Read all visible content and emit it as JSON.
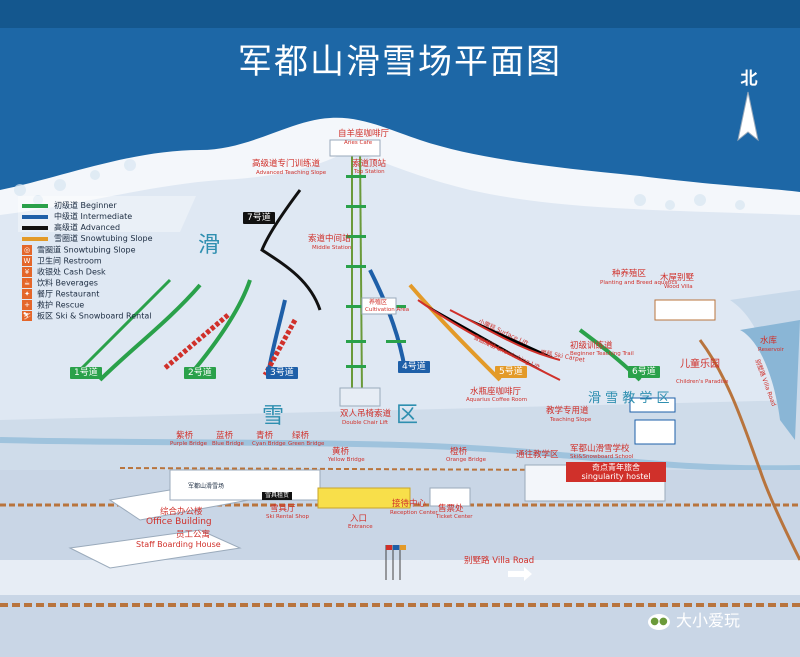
{
  "title": "军都山滑雪场平面图",
  "north": "北",
  "colors": {
    "sky": "#1d67a6",
    "beginner": "#2aa14a",
    "intermediate": "#1e5fa8",
    "advanced": "#111111",
    "tubing": "#e39a28",
    "accent_red": "#d0302a"
  },
  "legend": [
    {
      "text": "初级道 Beginner",
      "kind": "line",
      "color": "#2aa14a"
    },
    {
      "text": "中级道 Intermediate",
      "kind": "line",
      "color": "#1e5fa8"
    },
    {
      "text": "高级道 Advanced",
      "kind": "line",
      "color": "#111111"
    },
    {
      "text": "雪圈道 Snowtubing Slope",
      "kind": "line",
      "color": "#e39a28"
    },
    {
      "text": "雪圈道 Snowtubing Slope",
      "kind": "icon",
      "icon": "tubing-icon"
    },
    {
      "text": "卫生间 Restroom",
      "kind": "icon",
      "icon": "restroom-icon"
    },
    {
      "text": "收银处 Cash Desk",
      "kind": "icon",
      "icon": "cash-desk-icon"
    },
    {
      "text": "饮料 Beverages",
      "kind": "icon",
      "icon": "beverage-icon"
    },
    {
      "text": "餐厅 Restaurant",
      "kind": "icon",
      "icon": "restaurant-icon"
    },
    {
      "text": "救护 Rescue",
      "kind": "icon",
      "icon": "rescue-icon"
    },
    {
      "text": "板区 Ski & Snowboard Rental",
      "kind": "icon",
      "icon": "rental-icon"
    }
  ],
  "routes": [
    {
      "label": "1号道",
      "color": "#2aa14a"
    },
    {
      "label": "2号道",
      "color": "#2aa14a"
    },
    {
      "label": "3号道",
      "color": "#1e5fa8"
    },
    {
      "label": "4号道",
      "color": "#1e5fa8"
    },
    {
      "label": "5号道",
      "color": "#e39a28"
    },
    {
      "label": "6号道",
      "color": "#2aa14a"
    },
    {
      "label": "7号道",
      "color": "#111111"
    }
  ],
  "places": {
    "aries_cafe_cn": "自羊座咖啡厅",
    "aries_cafe_en": "Aries Cafe",
    "top_station_cn": "索道顶站",
    "top_station_en": "Top Station",
    "adv_training_cn": "高级道专门训练道",
    "adv_training_en": "Advanced Teaching Slope",
    "middle_station_cn": "索道中间站",
    "middle_station_en": "Middle Station",
    "cultivation_cn": "养殖区",
    "cultivation_en": "Cultivation Area",
    "planting_cn": "种养殖区",
    "planting_en": "Planting and Breed aquatics",
    "wood_villa_cn": "木屋别墅",
    "wood_villa_en": "Wood Villa",
    "reservoir_cn": "水库",
    "reservoir_en": "Reservoir",
    "villa_road_side": "别墅路 Villa Road",
    "beginner_trail_cn": "初级训练道",
    "beginner_trail_en": "Beginner Teaching Trail",
    "surface_lift": "小魔毯 Surface Lift",
    "snowtubing_lift": "雪圈魔毯 Snowtubing Lift",
    "ski_carpet": "魔毯 Ski Carpet",
    "kids_cn": "儿童乐园",
    "kids_en": "Children's Paradise",
    "teaching_area": "滑 雪 教 学 区",
    "aquarius_cn": "水瓶座咖啡厅",
    "aquarius_en": "Aquarius Coffee Room",
    "teaching_slope_cn": "教学专用道",
    "teaching_slope_en": "Teaching Slope",
    "chair_lift_cn": "双人吊椅索道",
    "chair_lift_en": "Double Chair Lift",
    "school_cn": "军都山滑雪学校",
    "school_en": "Ski&Snowboard School",
    "hostel_cn": "奇点青年旅舍",
    "hostel_en": "singularity hostel",
    "to_teaching": "通往教学区",
    "ski_char": "滑",
    "snow_char": "雪",
    "area_char": "区",
    "purple_bridge_cn": "紫桥",
    "purple_bridge_en": "Purple Bridge",
    "blue_bridge_cn": "蓝桥",
    "blue_bridge_en": "Blue Bridge",
    "cyan_bridge_cn": "青桥",
    "cyan_bridge_en": "Cyan Bridge",
    "green_bridge_cn": "绿桥",
    "green_bridge_en": "Green Bridge",
    "yellow_bridge_cn": "黄桥",
    "yellow_bridge_en": "Yellow Bridge",
    "orange_bridge_cn": "橙桥",
    "orange_bridge_en": "Orange Bridge",
    "office_cn": "综合办公楼",
    "office_en": "Office Building",
    "staff_cn": "员工公寓",
    "staff_en": "Staff Boarding House",
    "rental_cn": "雪具厅",
    "rental_en": "Ski Rental Shop",
    "entrance_cn": "入口",
    "entrance_en": "Entrance",
    "reception_cn": "接待中心",
    "reception_en": "Reception Center",
    "ticket_cn": "售票处",
    "ticket_en": "Ticket Center",
    "villa_road": "别墅路 Villa Road",
    "rental_sign": "雪具租赁",
    "office_sign": "军都山滑雪场"
  },
  "watermark": "大小爱玩",
  "watermark_icon": "wechat-icon"
}
